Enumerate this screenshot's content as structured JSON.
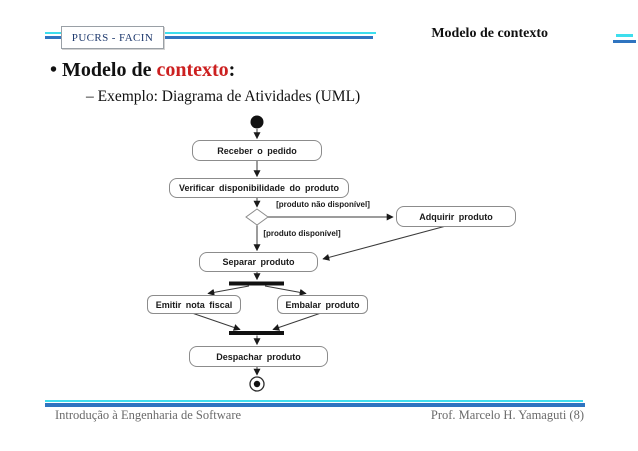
{
  "header": {
    "badge": "PUCRS - FACIN",
    "title": "Modelo de contexto"
  },
  "bullet": {
    "marker": "•",
    "text_black": "Modelo de ",
    "text_red": "contexto",
    "suffix": ":",
    "sub": "– Exemplo: Diagrama de Atividades (UML)"
  },
  "diagram": {
    "type": "uml-activity-diagram",
    "nodes": {
      "receber": "Receber o pedido",
      "verificar": "Verificar disponibilidade do produto",
      "adquirir": "Adquirir produto",
      "separar": "Separar produto",
      "emitir": "Emitir nota fiscal",
      "embalar": "Embalar produto",
      "despachar": "Despachar produto"
    },
    "guards": {
      "nao_disponivel": "[produto não disponível]",
      "disponivel": "[produto disponível]"
    }
  },
  "footer": {
    "left": "Introdução à Engenharia de Software",
    "right": "Prof. Marcelo H. Yamaguti (8)"
  },
  "colors": {
    "accent_cyan": "#3edeed",
    "accent_blue": "#2f74c0",
    "badge_navy": "#1f3a6e",
    "highlight_red": "#cc2020",
    "footer_gray": "#6a6a6a"
  }
}
